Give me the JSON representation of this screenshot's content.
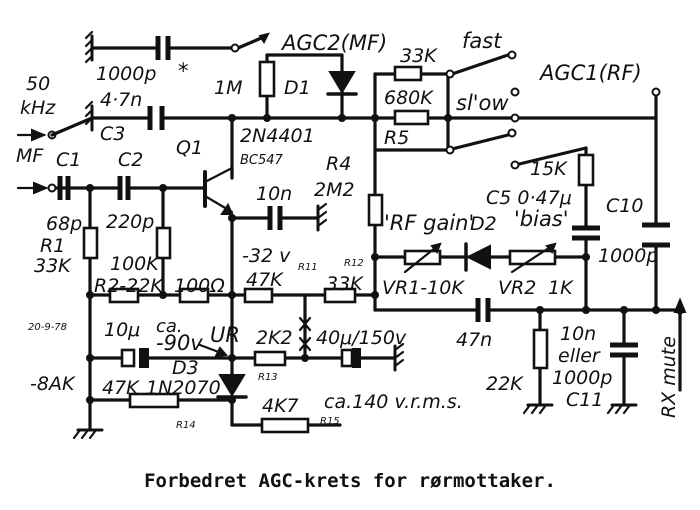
{
  "labels": {
    "c_1000p": "1000p",
    "star": "*",
    "agc2": "AGC2(MF)",
    "r_1m": "1M",
    "d1": "D1",
    "r_33k_top": "33K",
    "fast": "fast",
    "agc1": "AGC1(RF)",
    "freq_50": "50",
    "freq_khz": "kHz",
    "c_47n_top": "4·7n",
    "c3": "C3",
    "r_680k": "680K",
    "slow": "sl'ow",
    "mf": "MF",
    "c1": "C1",
    "c2": "C2",
    "q1": "Q1",
    "q1_type": "2N4401",
    "q1_alt": "BC547",
    "r5": "R5",
    "r4": "R4",
    "r_15k": "15K",
    "c_68p": "68p",
    "c_220p": "220p",
    "c_10n_a": "10n",
    "r_2m2": "2M2",
    "c5": "C5 0·47μ",
    "c10": "C10",
    "r1": "R1",
    "r_33k_r1": "33K",
    "r_100k": "100K",
    "rf_gain": "'RF gain'",
    "d2": "D2",
    "bias": "'bias'",
    "c_1000p_r": "1000p",
    "v_32": "-32 v",
    "v_32_sub": "R11",
    "r12": "R12",
    "r2": "R2-22K",
    "r_100ohm": "100Ω",
    "r_47k_mid": "47K",
    "r_33k_mid": "33K",
    "vr1": "VR1-10K",
    "vr2": "VR2",
    "r_1k": "1K",
    "date": "20-9-78",
    "c_10u": "10μ",
    "ca": "ca.",
    "v_90": "-90v",
    "ur": "UR",
    "r_2k2": "2K2",
    "c_40u": "40μ/150v",
    "c_47n_bot": "47n",
    "c_10n_b": "10n",
    "eller": "eller",
    "c_1000p_c11": "1000p",
    "c11": "C11",
    "v_8ak": "-8AK",
    "d3": "D3",
    "r13": "R13",
    "r_47k_low": "47K",
    "d3_type": "1N2070",
    "r_22k": "22K",
    "rx_mute": "RX mute",
    "r14": "R14",
    "r_4k7": "4K7",
    "ca_140": "ca.140 v.r.m.s.",
    "r15": "R15"
  },
  "caption": "Forbedret AGC-krets for rørmottaker."
}
